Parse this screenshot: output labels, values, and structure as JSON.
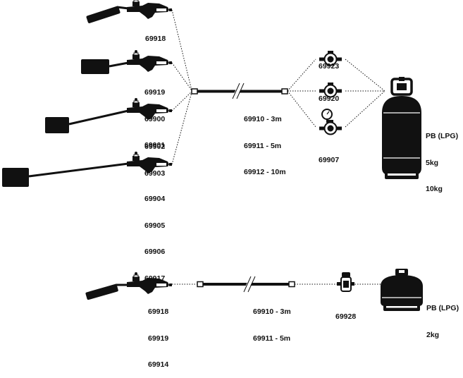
{
  "colors": {
    "ink": "#111111",
    "paper": "#ffffff"
  },
  "torches": [
    {
      "codes": [
        "69918"
      ]
    },
    {
      "codes": [
        "69919",
        "69900",
        "69901"
      ]
    },
    {
      "codes": [
        "69902",
        "69903"
      ]
    },
    {
      "codes": [
        "69904",
        "69905",
        "69906",
        "69917"
      ]
    }
  ],
  "hose_top": {
    "lines": [
      "69910 - 3m",
      "69911 - 5m",
      "69912 - 10m"
    ]
  },
  "regulators": [
    {
      "code": "69923"
    },
    {
      "code": "69920"
    },
    {
      "code": "69907"
    }
  ],
  "cylinder_large": {
    "lines": [
      "PB (LPG)",
      "5kg",
      "10kg"
    ]
  },
  "bottom_kit": {
    "torch_codes": [
      "69918",
      "69919",
      "69914"
    ],
    "hose_lines": [
      "69910 - 3m",
      "69911 - 5m"
    ],
    "regulator_code": "69928",
    "cylinder_lines": [
      "PB (LPG)",
      "2kg"
    ]
  },
  "icons": [
    "torch-icon",
    "hose-icon",
    "regulator-icon",
    "gauge-regulator-icon",
    "gas-cylinder-icon"
  ]
}
